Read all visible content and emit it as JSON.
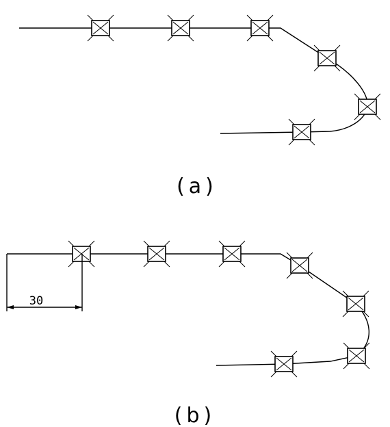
{
  "captions": {
    "a": "(a)",
    "b": "(b)"
  },
  "dimension": {
    "value": "30"
  },
  "marker_icon": "boxed-x-marker",
  "colors": {
    "stroke": "#000000",
    "background": "#ffffff"
  }
}
